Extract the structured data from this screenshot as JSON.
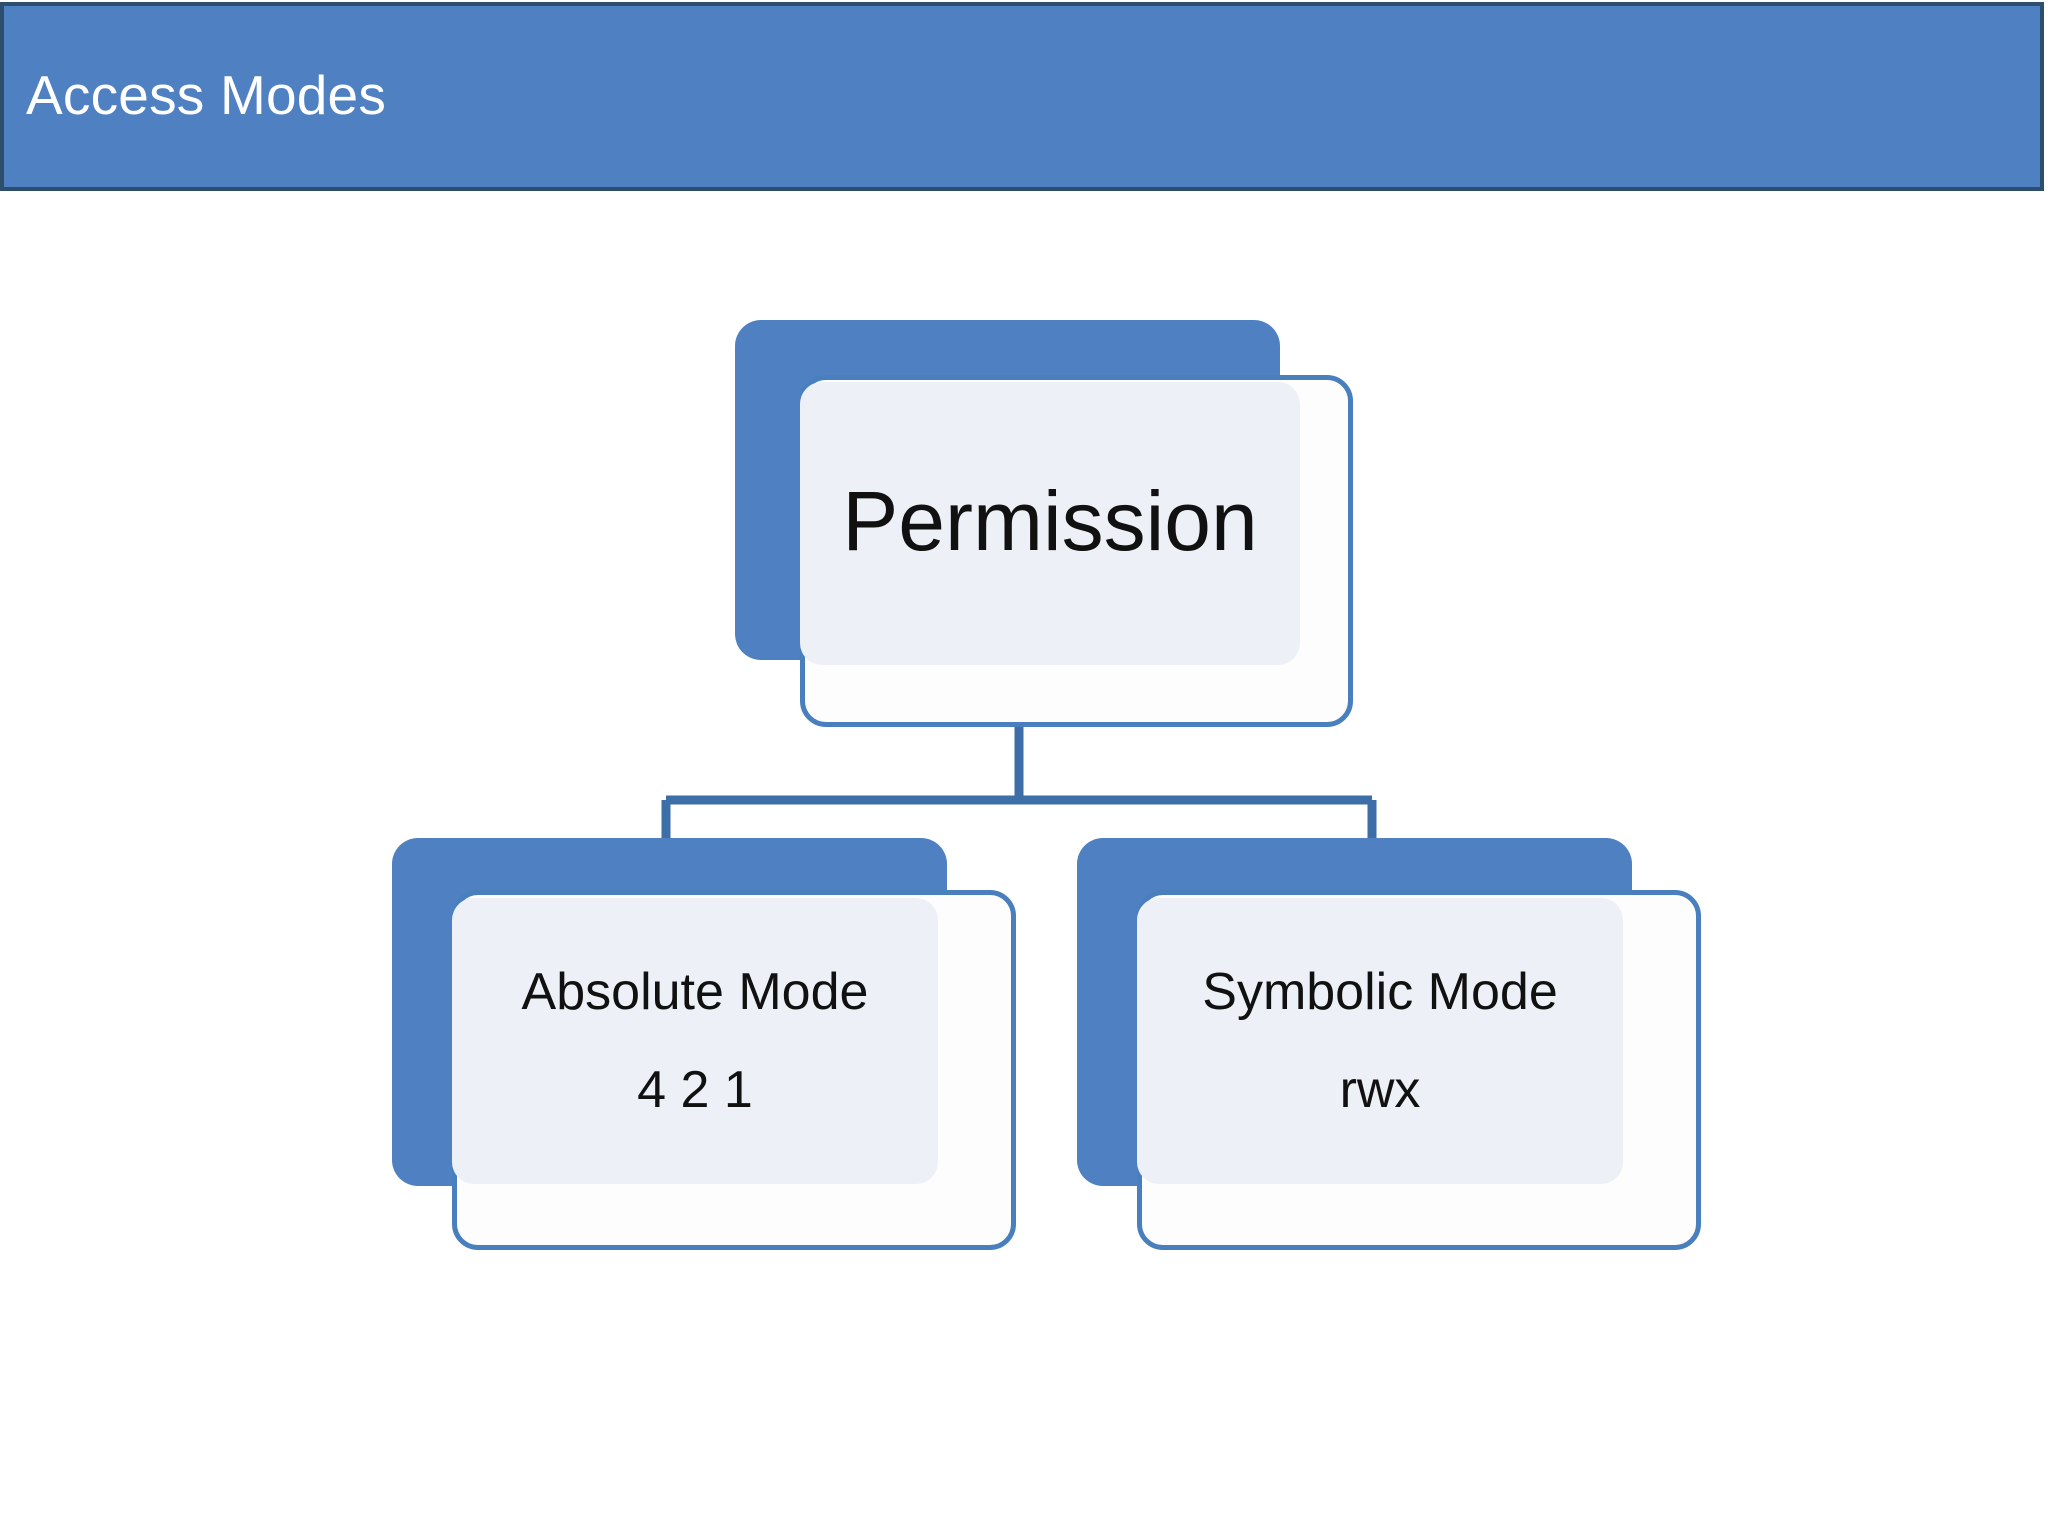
{
  "slide": {
    "title": "Access Modes",
    "background_color": "#ffffff"
  },
  "theme": {
    "banner_fill": "#4e80c2",
    "banner_border": "#2e4e6e",
    "banner_text_color": "#ffffff",
    "node_back_fill": "#4e80c2",
    "node_outline_stroke": "#4a7fbd",
    "node_front_fill": "#edf1f7",
    "node_text_color": "#111111",
    "connector_color": "#3d6ea8"
  },
  "diagram": {
    "type": "hierarchy",
    "root": {
      "label": "Permission",
      "sublabel": ""
    },
    "children": [
      {
        "label": "Absolute Mode",
        "sublabel": "4 2 1"
      },
      {
        "label": "Symbolic Mode",
        "sublabel": "rwx"
      }
    ]
  }
}
